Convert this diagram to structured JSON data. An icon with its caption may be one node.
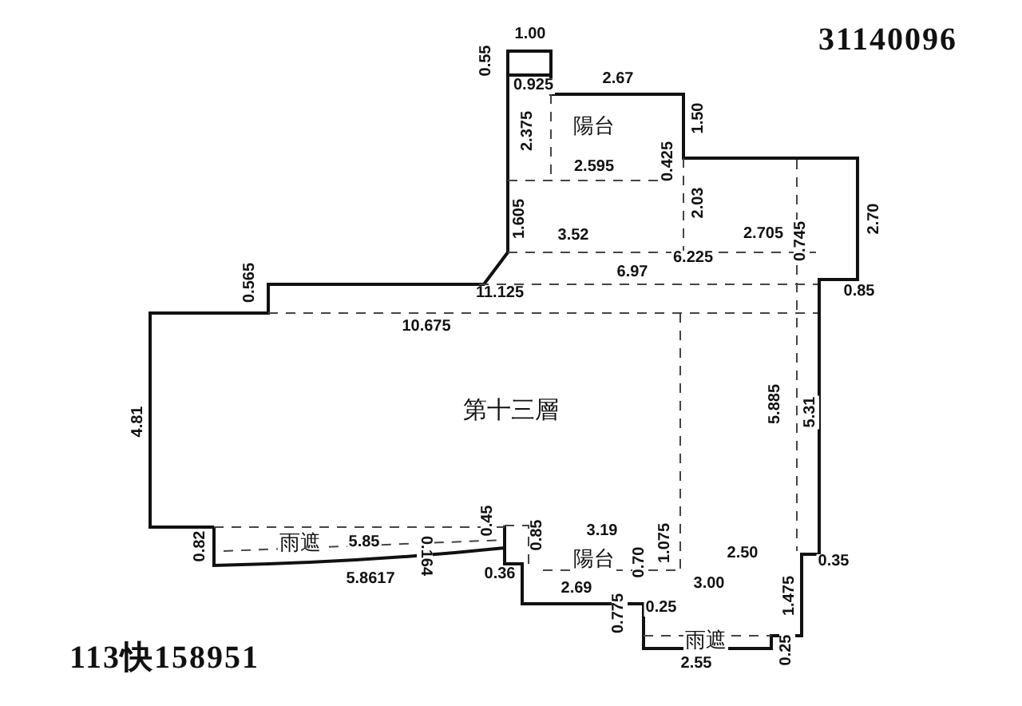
{
  "diagram": {
    "nodes": [
      {
        "text": [
          "陽台"
        ]
      },
      {
        "text": [
          "第十三層"
        ]
      },
      {
        "text": [
          "雨遮"
        ]
      },
      {
        "text": [
          "陽台"
        ]
      },
      {
        "text": [
          "雨遮"
        ]
      }
    ],
    "labels": [
      "31140096",
      "1.00",
      "0.55",
      "0.925",
      "2.67",
      "2.375",
      "1.50",
      "2.595",
      "0.425",
      "1.605",
      "2.03",
      "2.70",
      "3.52",
      "2.705",
      "6.225",
      "0.745",
      "6.97",
      "0.85",
      "0.565",
      "11.125",
      "10.675",
      "4.81",
      "5.885",
      "5.31",
      "0.82",
      "5.85",
      "0.164",
      "5.8617",
      "0.45",
      "0.36",
      "0.85",
      "3.19",
      "1.075",
      "2.50",
      "0.70",
      "3.00",
      "2.69",
      "0.775",
      "0.25",
      "0.35",
      "1.475",
      "0.25",
      "2.55",
      "113快158951"
    ]
  }
}
